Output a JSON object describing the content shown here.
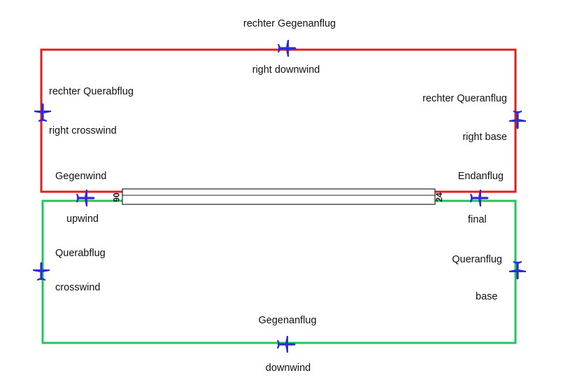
{
  "colors": {
    "right_pattern": "#e01e1e",
    "left_pattern": "#1ec85a",
    "airplane": "#2a2ad6",
    "runway_outline": "#222222",
    "text": "#111111"
  },
  "runway": {
    "threshold_left": "06",
    "threshold_right": "24"
  },
  "right_pattern": {
    "downwind_de": "rechter Gegenanflug",
    "downwind_en": "right downwind",
    "crosswind_de": "rechter Querabflug",
    "crosswind_en": "right crosswind",
    "base_de": "rechter Queranflug",
    "base_en": "right base"
  },
  "runway_legs": {
    "upwind_de": "Gegenwind",
    "upwind_en": "upwind",
    "final_de": "Endanflug",
    "final_en": "final"
  },
  "left_pattern": {
    "crosswind_de": "Querabflug",
    "crosswind_en": "crosswind",
    "base_de": "Queranflug",
    "base_en": "base",
    "downwind_de": "Gegenanflug",
    "downwind_en": "downwind"
  },
  "icons": {
    "airplane": "airplane-icon"
  }
}
